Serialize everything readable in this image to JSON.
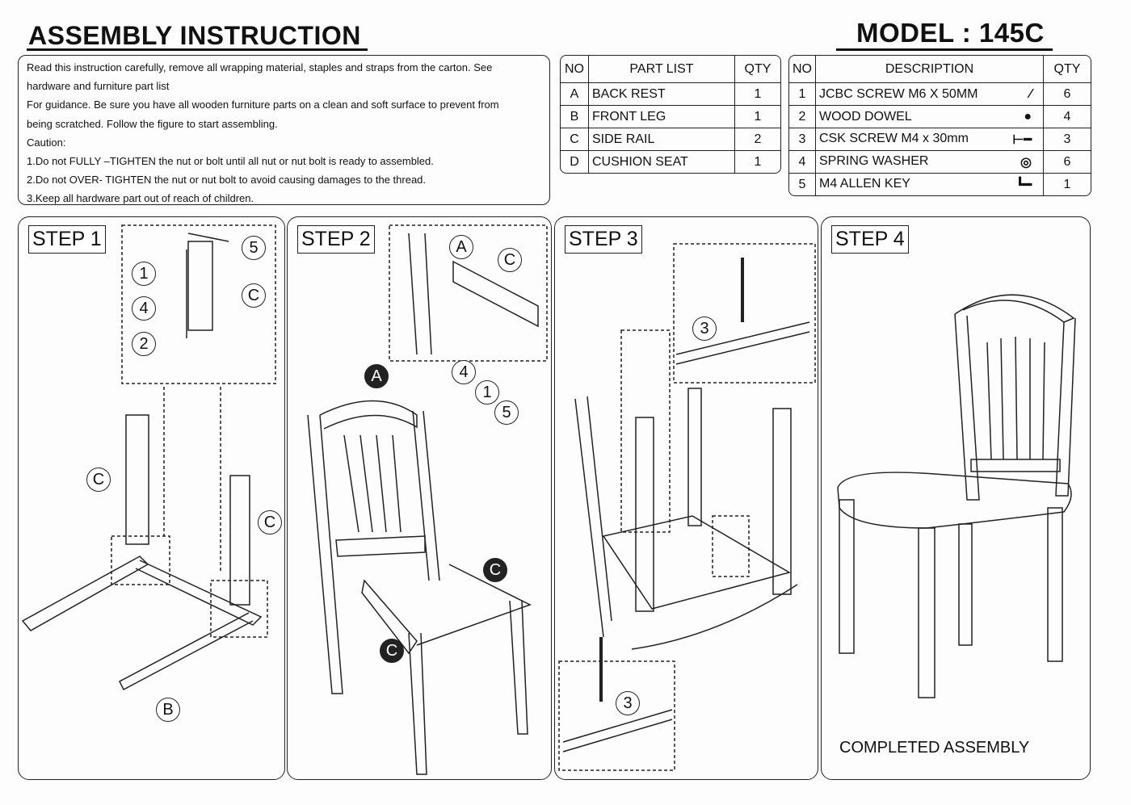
{
  "header": {
    "title": "ASSEMBLY INSTRUCTION",
    "model": "MODEL : 145C"
  },
  "instructions": [
    "Read this instruction carefully, remove all wrapping material, staples and straps from the carton. See",
    "hardware and furniture part list",
    "For guidance. Be sure you have all wooden furniture parts on a clean and soft surface to prevent from",
    "being scratched. Follow the figure to start assembling.",
    "Caution:",
    "1.Do not FULLY –TIGHTEN the nut or bolt until all nut or nut bolt is ready to assembled.",
    "2.Do not OVER- TIGHTEN the nut or nut bolt to avoid causing damages to the thread.",
    "3.Keep all hardware part out of reach of children."
  ],
  "parts": {
    "headers": [
      "NO",
      "PART LIST",
      "QTY"
    ],
    "rows": [
      [
        "A",
        "BACK REST",
        "1"
      ],
      [
        "B",
        "FRONT LEG",
        "1"
      ],
      [
        "C",
        "SIDE RAIL",
        "2"
      ],
      [
        "D",
        "CUSHION SEAT",
        "1"
      ]
    ]
  },
  "hardware": {
    "headers": [
      "NO",
      "DESCRIPTION",
      "QTY"
    ],
    "rows": [
      [
        "1",
        "JCBC SCREW M6 X 50MM",
        "6"
      ],
      [
        "2",
        "WOOD DOWEL",
        "4"
      ],
      [
        "3",
        "CSK SCREW M4 x 30mm",
        "3"
      ],
      [
        "4",
        "SPRING WASHER",
        "6"
      ],
      [
        "5",
        "M4 ALLEN KEY",
        "1"
      ]
    ]
  },
  "steps": [
    {
      "label": "STEP 1",
      "callouts": [
        "1",
        "4",
        "2",
        "5",
        "C",
        "C",
        "C",
        "B"
      ]
    },
    {
      "label": "STEP 2",
      "callouts": [
        "A",
        "C",
        "4",
        "1",
        "5",
        "A",
        "C",
        "C"
      ]
    },
    {
      "label": "STEP 3",
      "callouts": [
        "3",
        "3"
      ]
    },
    {
      "label": "STEP 4",
      "caption": "COMPLETED ASSEMBLY"
    }
  ]
}
